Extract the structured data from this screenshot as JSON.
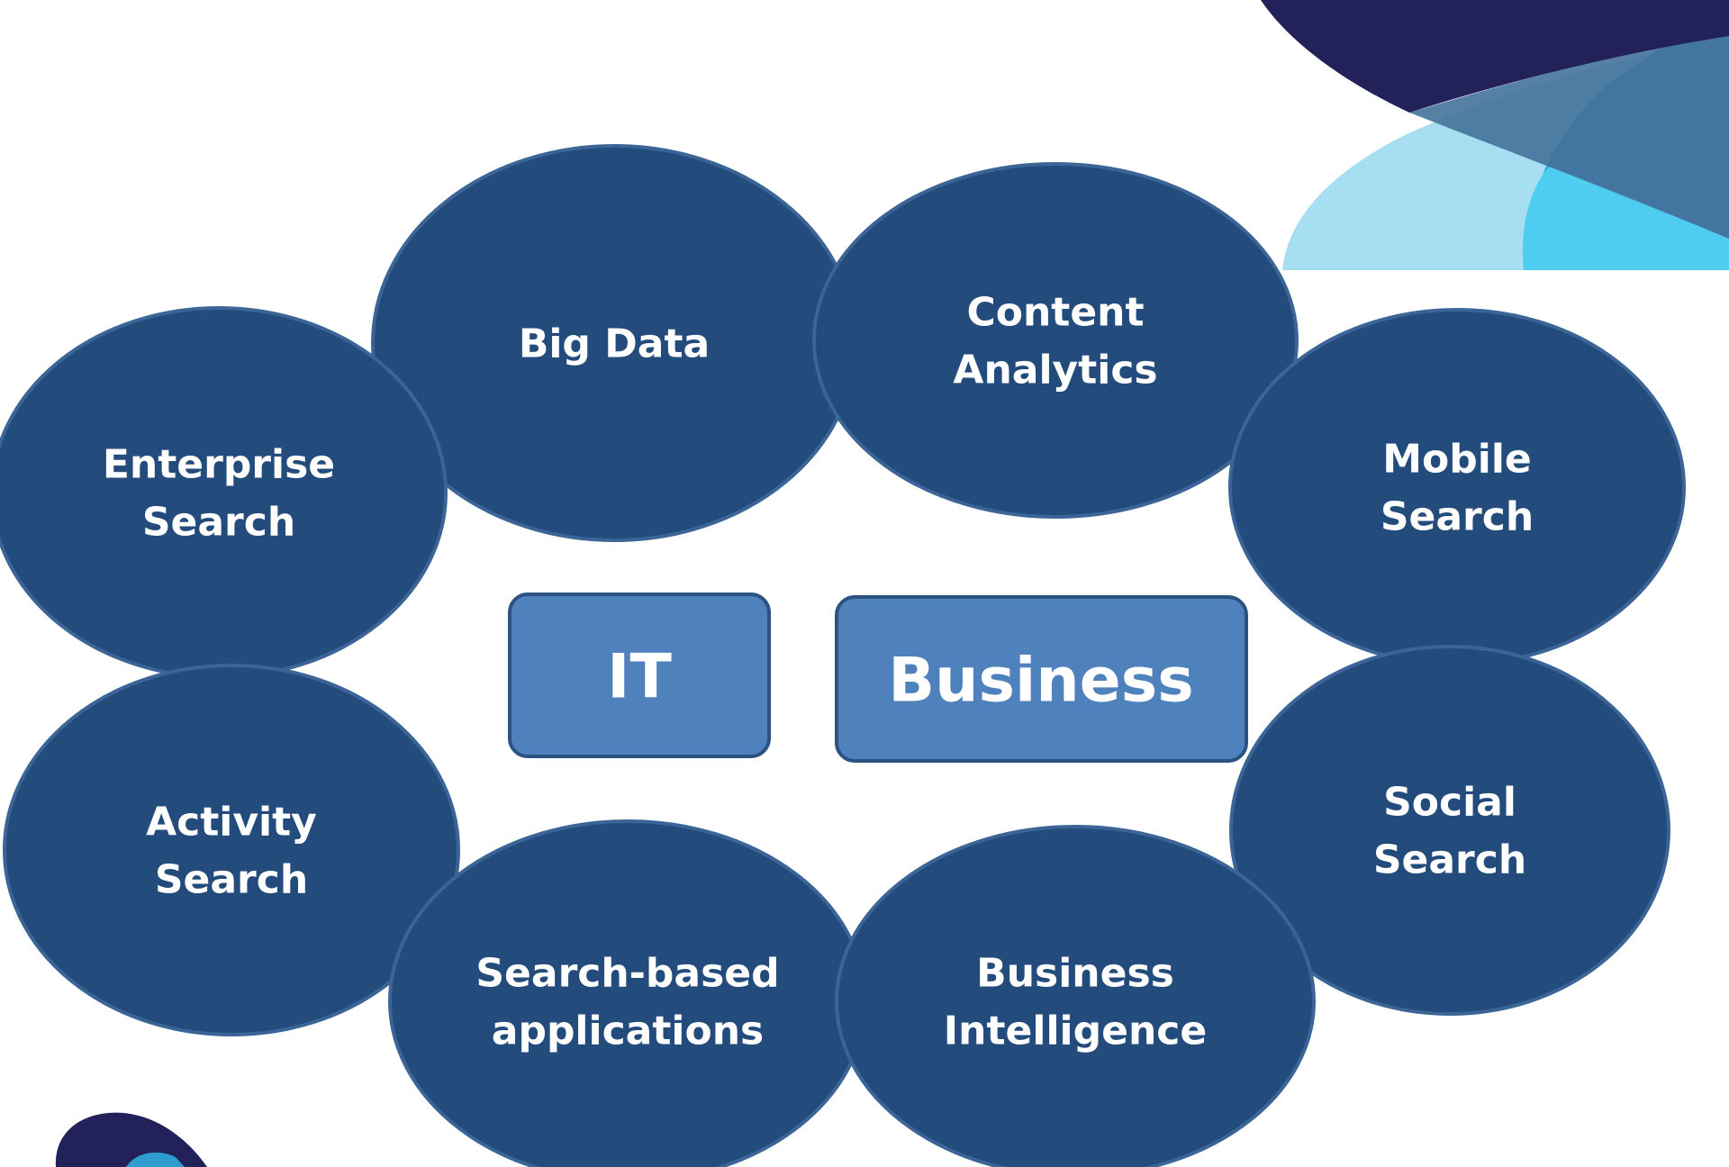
{
  "center": {
    "it_label": "IT",
    "business_label": "Business"
  },
  "bubbles": [
    {
      "id": "big-data",
      "lines": [
        "Big Data"
      ]
    },
    {
      "id": "content-analytics",
      "lines": [
        "Content",
        "Analytics"
      ]
    },
    {
      "id": "enterprise-search",
      "lines": [
        "Enterprise",
        "Search"
      ]
    },
    {
      "id": "mobile-search",
      "lines": [
        "Mobile",
        "Search"
      ]
    },
    {
      "id": "activity-search",
      "lines": [
        "Activity",
        "Search"
      ]
    },
    {
      "id": "social-search",
      "lines": [
        "Social",
        "Search"
      ]
    },
    {
      "id": "search-based-applications",
      "lines": [
        "Search-based",
        "applications"
      ]
    },
    {
      "id": "business-intelligence",
      "lines": [
        "Business",
        "Intelligence"
      ]
    }
  ],
  "colors": {
    "bubble_fill": "#234b7c",
    "bubble_stroke": "#3a6596",
    "box_fill": "#4f81bd",
    "box_stroke": "#2c5282",
    "swoosh_dark": "#23215a",
    "swoosh_mid": "#45729b",
    "swoosh_light": "#a7dff2",
    "swoosh_cyan": "#2e9ccd"
  }
}
